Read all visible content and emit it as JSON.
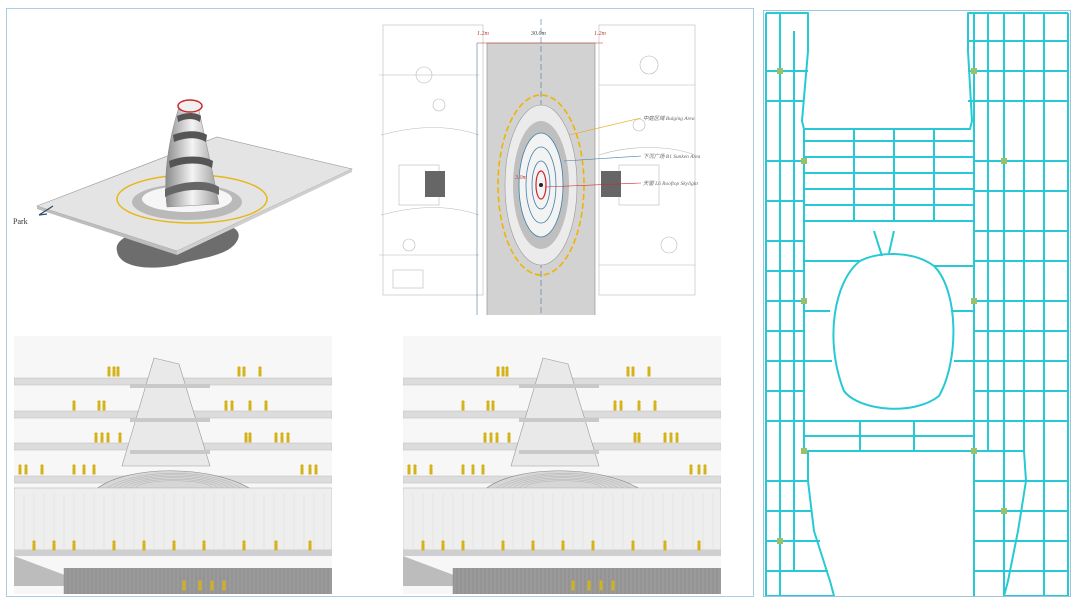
{
  "axonometric": {
    "park_label": "Park"
  },
  "site_plan": {
    "dim_left": "1.2m",
    "dim_center": "30.0m",
    "dim_right": "1.2m",
    "dim_small": "3.0m",
    "annotations": [
      "中庭区域 Bulging Area",
      "下沉广场 B1 Sunken Area",
      "天窗 L6 Rooftop Skylight"
    ]
  },
  "colors": {
    "frame": "#a9cfe0",
    "structure": "#2fd2dc",
    "figures": "#d4b21a",
    "plan_accent_yellow": "#f0b400",
    "plan_accent_red": "#d0252c"
  }
}
